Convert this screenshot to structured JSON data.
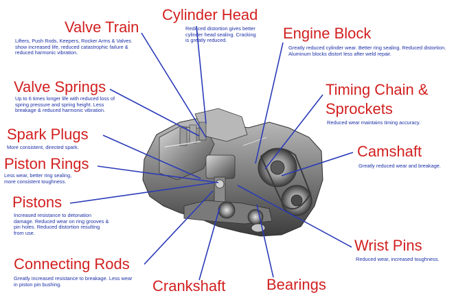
{
  "colors": {
    "label": "#d21f1f",
    "description": "#1b2fa6",
    "leader_line": "#2a3ab8",
    "engine": "#6f6f6f"
  },
  "components": {
    "valve_train": {
      "title": "Valve Train",
      "description": "Lifters, Push Rods, Keepers, Rocker Arms & Valves show increased life, reduced catastrophic failure & reduced harmonic vibration."
    },
    "cylinder_head": {
      "title": "Cylinder Head",
      "description": "Reduced distortion gives better cylinder head sealing.  Cracking is greatly reduced."
    },
    "engine_block": {
      "title": "Engine Block",
      "description": "Greatly reduced cylinder wear.  Better ring sealing.  Reduced distortion. Aluminum blocks distort less after weld repair."
    },
    "valve_springs": {
      "title": "Valve Springs",
      "description": "Up to 6 times longer life with reduced loss of spring pressure and spring height.  Less breakage & reduced harmonic vibration."
    },
    "timing_chain": {
      "title_line1": "Timing Chain &",
      "title_line2": "Sprockets",
      "description": "Reduced wear maintains timing accuracy."
    },
    "spark_plugs": {
      "title": "Spark Plugs",
      "description": "More consistent, directed spark."
    },
    "camshaft": {
      "title": "Camshaft",
      "description": "Greatly reduced wear and breakage."
    },
    "piston_rings": {
      "title": "Piston Rings",
      "description": "Less wear, better ring sealing, more consistent toughness."
    },
    "pistons": {
      "title": "Pistons",
      "description": "Increased resistance to detonation damage.  Reduced wear on ring grooves & pin holes. Reduced distortion resulting from use."
    },
    "wrist_pins": {
      "title": "Wrist Pins",
      "description": "Reduced wear, increased toughness."
    },
    "connecting_rods": {
      "title": "Connecting Rods",
      "description": "Greatly increased resistance to breakage. Less wear in piston pin bushing."
    },
    "crankshaft": {
      "title": "Crankshaft"
    },
    "bearings": {
      "title": "Bearings"
    }
  }
}
